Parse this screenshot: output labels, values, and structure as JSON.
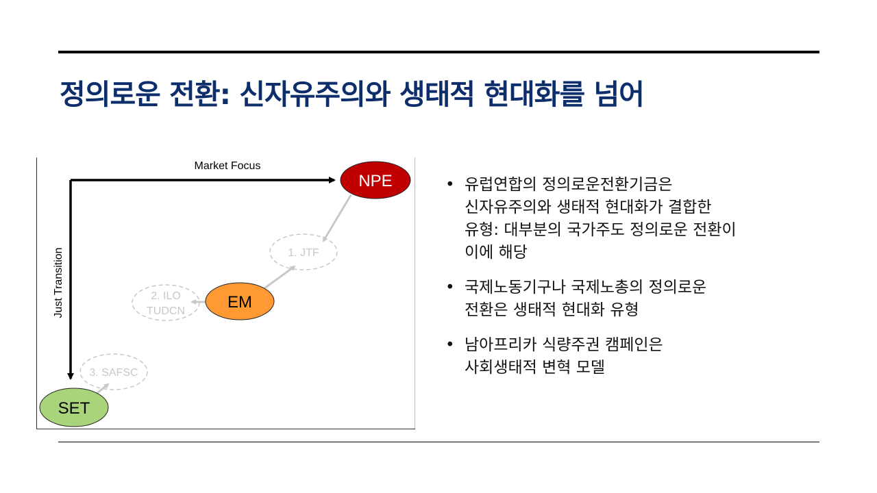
{
  "slide": {
    "title": "정의로운 전환: 신자유주의와 생태적 현대화를 넘어"
  },
  "diagram": {
    "x_axis_label": "Market Focus",
    "y_axis_label": "Just Transition",
    "nodes": {
      "npe": "NPE",
      "em": "EM",
      "set": "SET",
      "jtf": "1. JTF",
      "ilo_line1": "2. ILO",
      "ilo_line2": "TUDCN",
      "safsc": "3. SAFSC"
    },
    "colors": {
      "npe": "#c00000",
      "em": "#ff9933",
      "set": "#a9d47b",
      "faded": "#c8c8c8"
    }
  },
  "bullets": [
    {
      "lines": [
        "유럽연합의 정의로운전환기금은",
        "신자유주의와 생태적 현대화가 결합한",
        "유형: 대부분의 국가주도 정의로운 전환이",
        "이에 해당"
      ]
    },
    {
      "lines": [
        "국제노동기구나 국제노총의 정의로운",
        "전환은 생태적 현대화 유형"
      ]
    },
    {
      "lines": [
        "남아프리카 식량주권 캠페인은",
        "사회생태적 변혁 모델"
      ]
    }
  ],
  "bullet_symbol": "•"
}
